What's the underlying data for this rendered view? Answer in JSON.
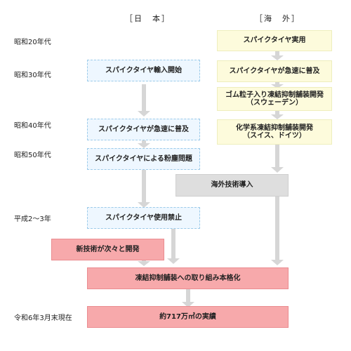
{
  "headers": {
    "japan": "［日　本］",
    "overseas": "［海　外］"
  },
  "eras": {
    "showa20": "昭和20年代",
    "showa30": "昭和30年代",
    "showa40": "昭和40年代",
    "showa50": "昭和50年代",
    "heisei2_3": "平成2～3年",
    "reiwa6": "令和6年3月末現在"
  },
  "japan_boxes": {
    "import_start": "スパイクタイヤ輸入開始",
    "rapid_spread": "スパイクタイヤが急速に普及",
    "dust_problem": "スパイクタイヤによる粉塵問題",
    "ban": "スパイクタイヤ使用禁止",
    "new_tech": "新技術が次々と開発"
  },
  "overseas_boxes": {
    "practical_use": "スパイクタイヤ実用",
    "rapid_spread": "スパイクタイヤが急速に普及",
    "rubber_pavement": "ゴム粒子入り凍結抑制舗装開発\n（スウェーデン）",
    "chemical_pavement": "化学系凍結抑制舗装開発\n（スイス、ドイツ）"
  },
  "shared_boxes": {
    "tech_import": "海外技術導入",
    "full_scale": "凍結抑制舗装への取り組み本格化",
    "results": "約717万㎡の実績"
  },
  "colors": {
    "japan_fill": "#eef7ff",
    "overseas_fill": "#fdfbdc",
    "gray_fill": "#dedede",
    "red_fill": "#f7a9ab",
    "arrow": "#d6d6d6"
  }
}
